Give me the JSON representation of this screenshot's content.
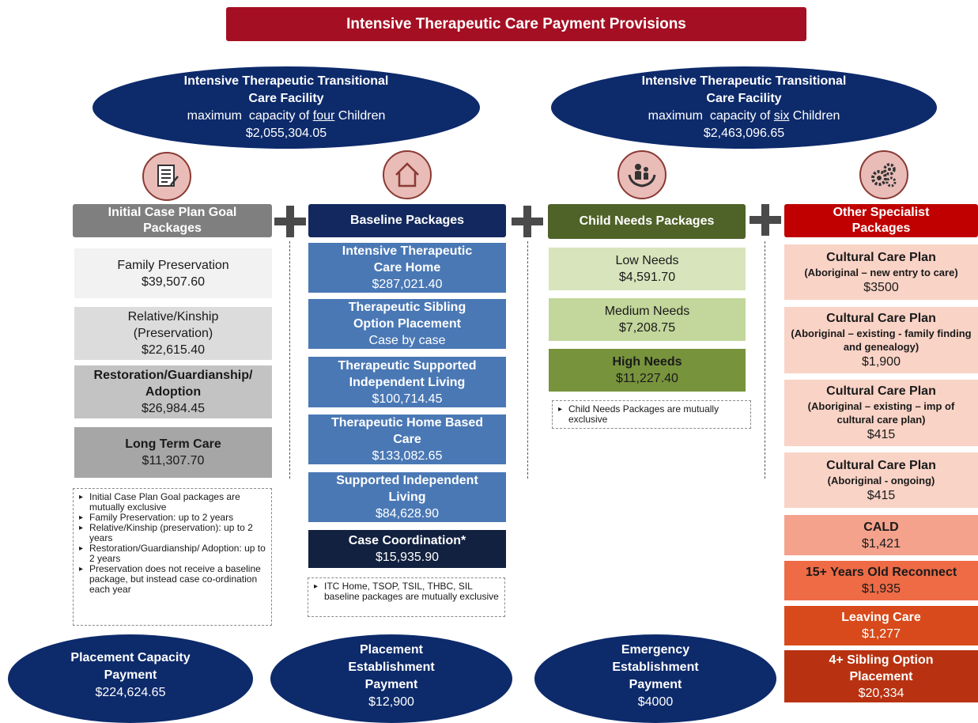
{
  "title": "Intensive Therapeutic Care Payment Provisions",
  "facility_left": {
    "name_line1": "Intensive Therapeutic Transitional",
    "name_line2": "Care Facility",
    "capacity_prefix": "maximum  capacity of ",
    "capacity_number": "four",
    "capacity_suffix": " Children",
    "amount": "$2,055,304.05"
  },
  "facility_right": {
    "name_line1": "Intensive Therapeutic Transitional",
    "name_line2": "Care Facility",
    "capacity_prefix": "maximum  capacity of ",
    "capacity_number": "six",
    "capacity_suffix": " Children",
    "amount": "$2,463,096.65"
  },
  "columns": {
    "initial": {
      "header": "Initial Case Plan Goal Packages",
      "icon": "document-icon",
      "items": [
        {
          "title": "Family Preservation",
          "value": "$39,507.60"
        },
        {
          "title": "Relative/Kinship (Preservation)",
          "value": "$22,615.40"
        },
        {
          "title": "Restoration/Guardianship/ Adoption",
          "value": "$26,984.45"
        },
        {
          "title": "Long Term Care",
          "value": "$11,307.70"
        }
      ],
      "notes": [
        "Initial Case Plan Goal packages are mutually exclusive",
        "Family Preservation: up to 2 years",
        "Relative/Kinship (preservation): up to 2 years",
        "Restoration/Guardianship/ Adoption: up to 2 years",
        "Preservation does not receive a baseline package, but instead case co-ordination each year"
      ]
    },
    "baseline": {
      "header": "Baseline Packages",
      "icon": "house-icon",
      "items": [
        {
          "title": "Intensive Therapeutic Care Home",
          "value": "$287,021.40"
        },
        {
          "title": "Therapeutic Sibling Option Placement",
          "value": "Case by case"
        },
        {
          "title": "Therapeutic Supported Independent Living",
          "value": "$100,714.45"
        },
        {
          "title": "Therapeutic Home Based Care",
          "value": "$133,082.65"
        },
        {
          "title": "Supported Independent Living",
          "value": "$84,628.90"
        },
        {
          "title": "Case Coordination*",
          "value": "$15,935.90"
        }
      ],
      "notes": [
        "ITC Home, TSOP, TSIL, THBC, SIL baseline packages are mutually exclusive"
      ]
    },
    "child": {
      "header": "Child Needs Packages",
      "icon": "family-hands-icon",
      "items": [
        {
          "title": "Low Needs",
          "value": "$4,591.70"
        },
        {
          "title": "Medium Needs",
          "value": "$7,208.75"
        },
        {
          "title": "High Needs",
          "value": "$11,227.40"
        }
      ],
      "notes": [
        "Child Needs Packages are mutually exclusive"
      ]
    },
    "specialist": {
      "header": "Other Specialist Packages",
      "icon": "gears-icon",
      "items": [
        {
          "title": "Cultural Care Plan",
          "sub": "(Aboriginal – new entry to care)",
          "value": "$3500"
        },
        {
          "title": "Cultural Care Plan",
          "sub": "(Aboriginal – existing -  family finding and genealogy)",
          "value": "$1,900"
        },
        {
          "title": "Cultural Care Plan",
          "sub": "(Aboriginal – existing – imp of cultural care plan)",
          "value": "$415"
        },
        {
          "title": "Cultural Care Plan",
          "sub": "(Aboriginal - ongoing)",
          "value": "$415"
        },
        {
          "title": "CALD",
          "sub": "",
          "value": "$1,421"
        },
        {
          "title": "15+ Years Old Reconnect",
          "sub": "",
          "value": "$1,935"
        },
        {
          "title": "Leaving Care",
          "sub": "",
          "value": "$1,277"
        },
        {
          "title": "4+ Sibling Option Placement",
          "sub": "",
          "value": "$20,334"
        }
      ]
    }
  },
  "payments": [
    {
      "title": "Placement Capacity Payment",
      "value": "$224,624.65"
    },
    {
      "title": "Placement Establishment Payment",
      "value": "$12,900"
    },
    {
      "title": "Emergency Establishment Payment",
      "value": "$4000"
    }
  ],
  "colors": {
    "title_red": "#a50f23",
    "navy": "#0d2a6b",
    "grey_header": "#7f7f7f",
    "baseline_header": "#12285e",
    "baseline_box": "#4a78b5",
    "case_coord": "#12213f",
    "child_header": "#4f6228",
    "specialist_header": "#c00000"
  }
}
